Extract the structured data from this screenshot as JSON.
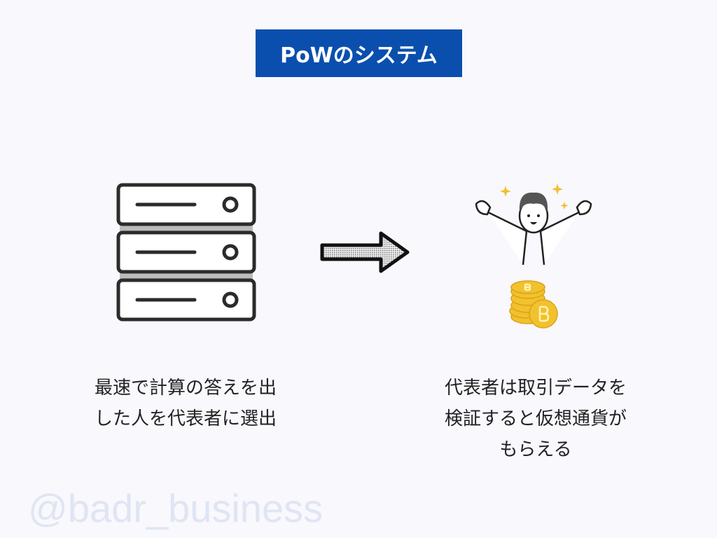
{
  "title": "PoWのシステム",
  "watermark": "@badr_business",
  "left_caption": [
    "最速で計算の答えを出",
    "した人を代表者に選出"
  ],
  "right_caption": [
    "代表者は取引データを",
    "検証すると仮想通貨が",
    "もらえる"
  ],
  "colors": {
    "title_bg": "#0a4fae",
    "background": "#f8f8fd",
    "watermark": "#dfe5f3",
    "coin": "#f2c12e"
  }
}
